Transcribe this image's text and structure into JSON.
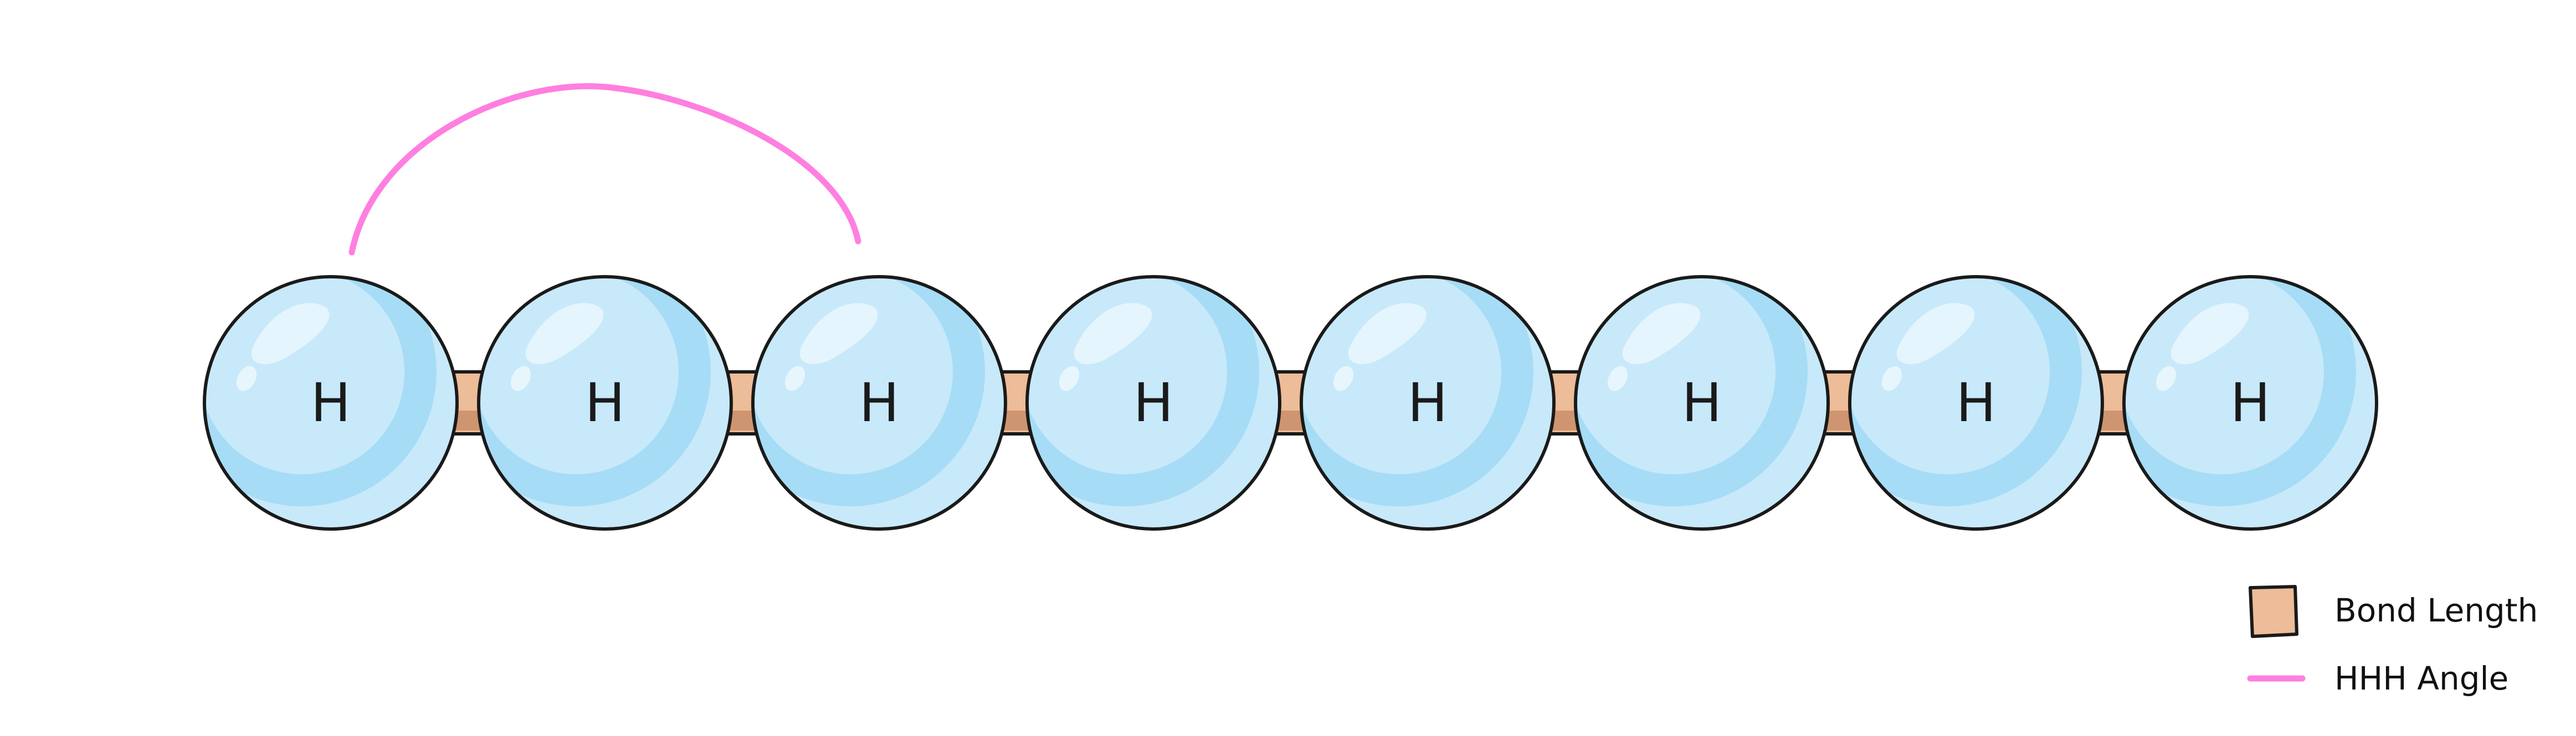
{
  "molecule": {
    "atoms": [
      "H",
      "H",
      "H",
      "H",
      "H",
      "H",
      "H",
      "H"
    ],
    "atom_color": "#c8e9fa",
    "atom_shade_color": "#a6dcf6",
    "bond_color": "#edbc98",
    "bond_shade_color": "#cf9570",
    "angle_color": "#ff7fe0",
    "angle_marker_atoms": [
      0,
      2
    ]
  },
  "legend": {
    "items": [
      {
        "label": "Bond Length",
        "icon": "bond-swatch-icon",
        "color": "#edbc98"
      },
      {
        "label": "HHH Angle",
        "icon": "angle-line-icon",
        "color": "#ff7fe0"
      }
    ]
  }
}
